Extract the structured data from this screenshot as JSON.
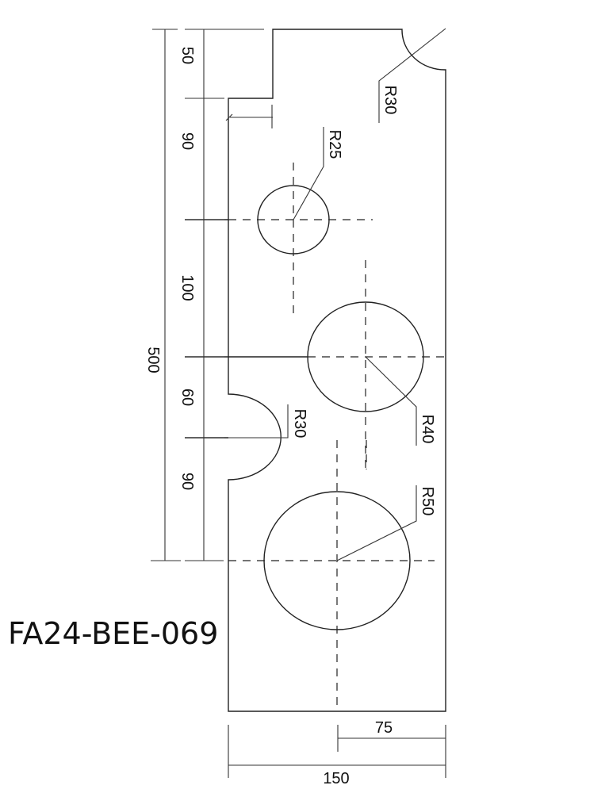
{
  "drawing": {
    "title": "FA24-BEE-069",
    "units_note": "",
    "vertical_dimensions": {
      "overall": "500",
      "segments": [
        "50",
        "90",
        "100",
        "60",
        "90"
      ]
    },
    "horizontal_dimensions": {
      "overall": "150",
      "partial": "75"
    },
    "radius_labels": {
      "top_corner_fillet": "R30",
      "small_hole": "R25",
      "medium_hole": "R40",
      "side_notch": "R30",
      "large_hole": "R50"
    },
    "colors": {
      "line": "#222222",
      "background": "#ffffff"
    }
  }
}
